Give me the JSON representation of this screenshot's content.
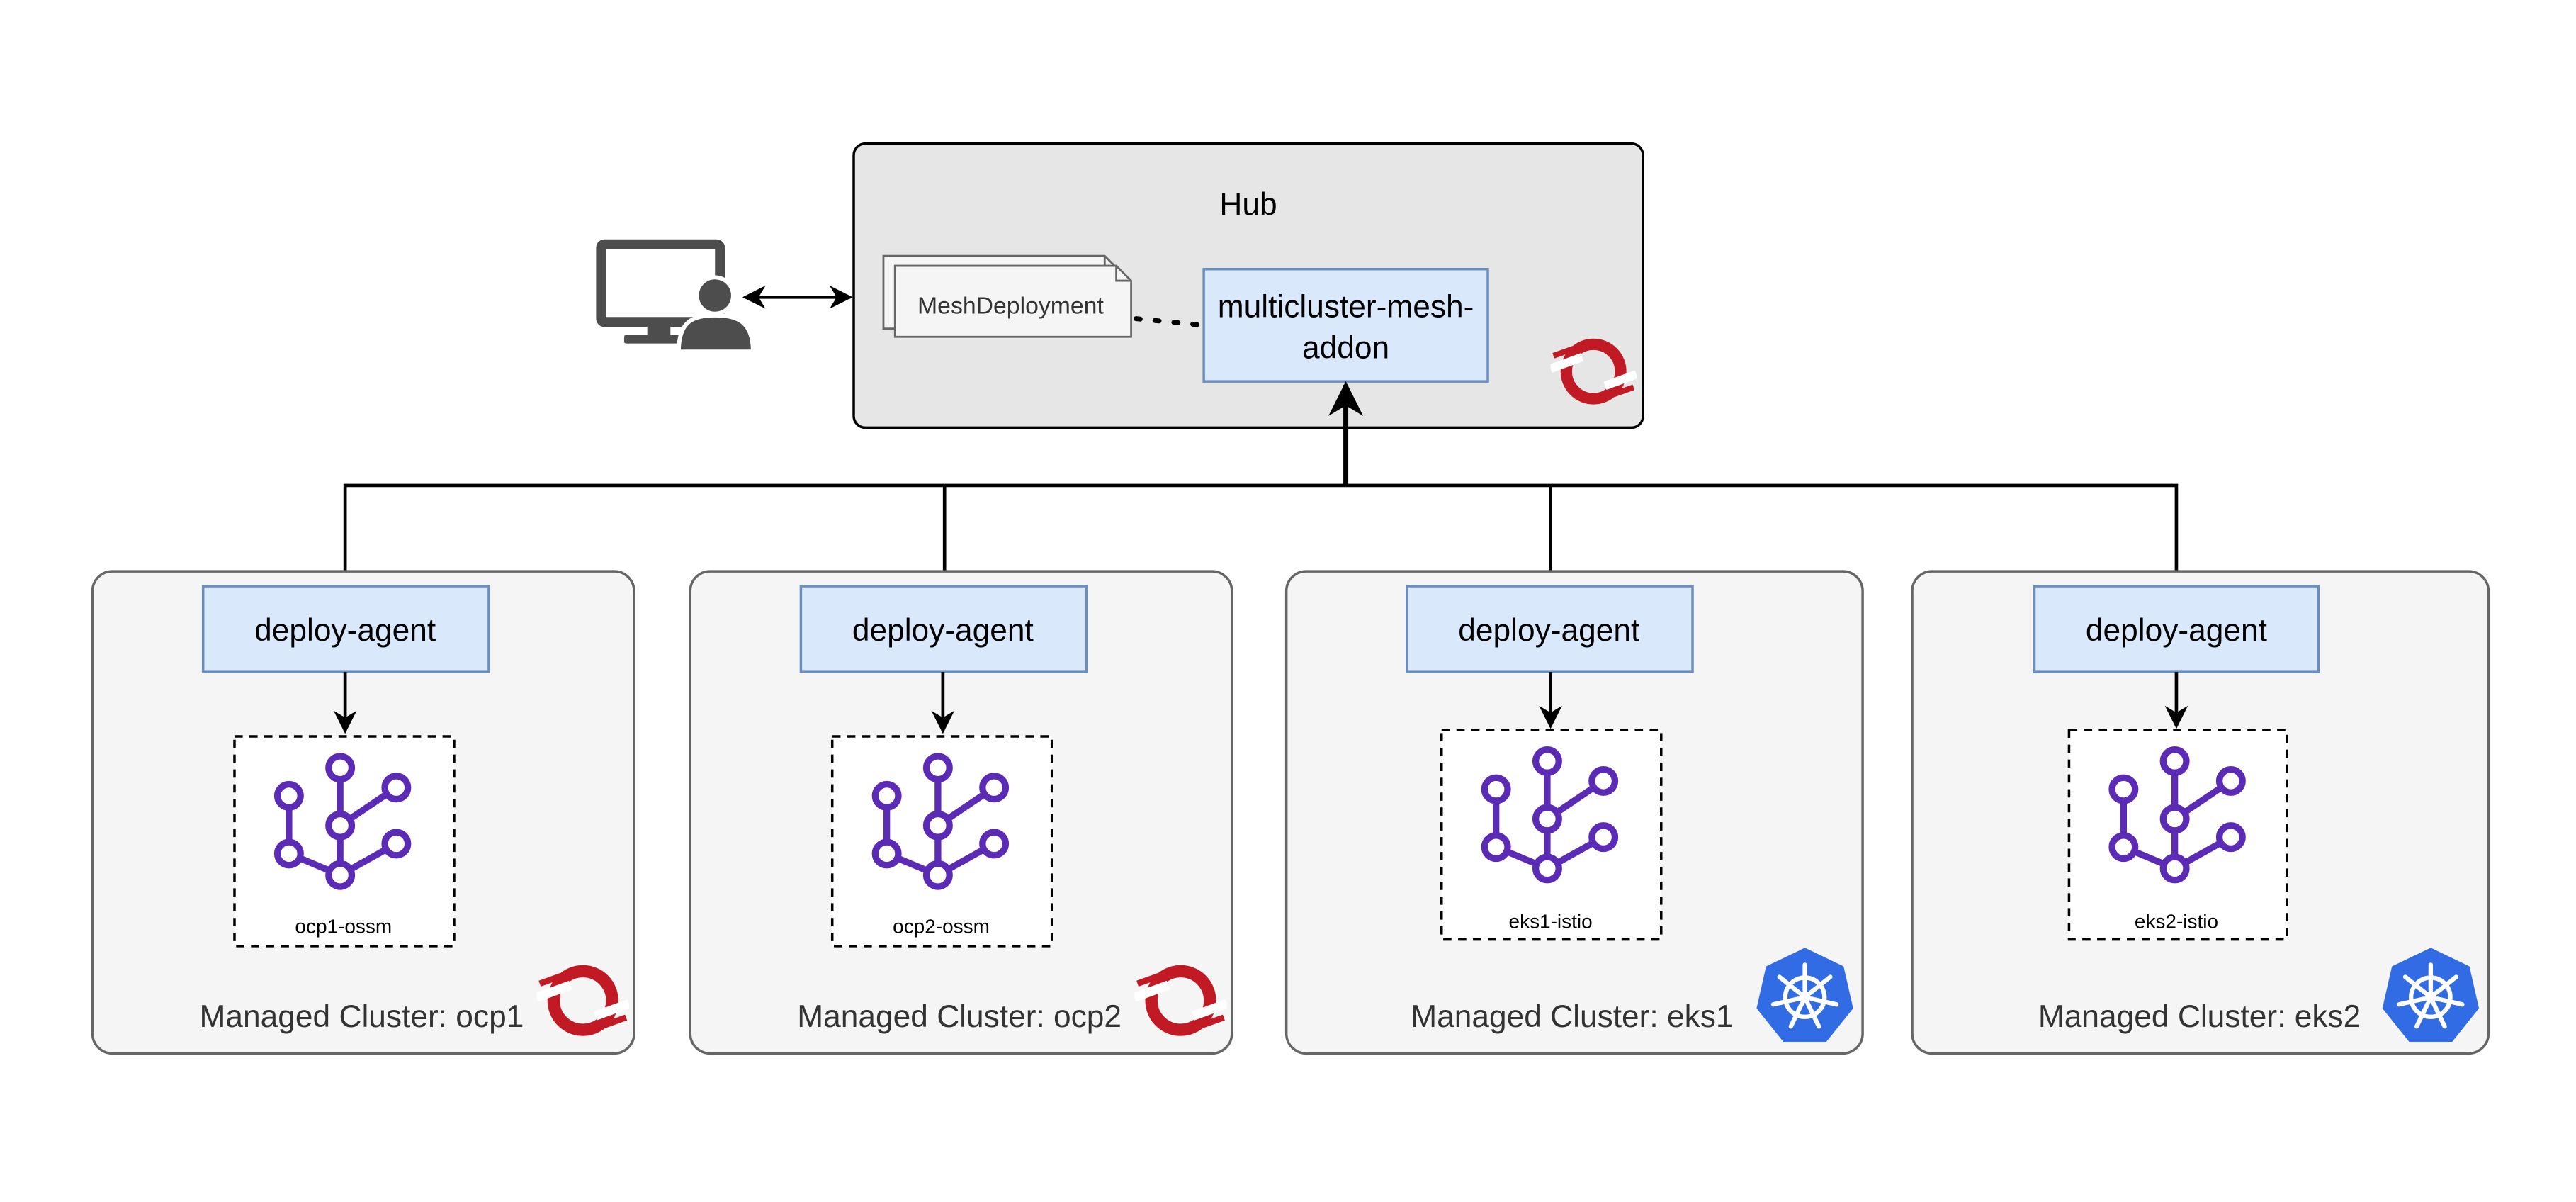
{
  "hub": {
    "title": "Hub",
    "meshdeployment_label": "MeshDeployment",
    "addon_label_line1": "multicluster-mesh-",
    "addon_label_line2": "addon"
  },
  "clusters": [
    {
      "agent_label": "deploy-agent",
      "mesh_label": "ocp1-ossm",
      "cluster_label": "Managed Cluster: ocp1",
      "platform": "openshift-logo"
    },
    {
      "agent_label": "deploy-agent",
      "mesh_label": "ocp2-ossm",
      "cluster_label": "Managed Cluster: ocp2",
      "platform": "openshift-logo"
    },
    {
      "agent_label": "deploy-agent",
      "mesh_label": "eks1-istio",
      "cluster_label": "Managed Cluster: eks1",
      "platform": "kubernetes-logo"
    },
    {
      "agent_label": "deploy-agent",
      "mesh_label": "eks2-istio",
      "cluster_label": "Managed Cluster: eks2",
      "platform": "kubernetes-logo"
    }
  ],
  "colors": {
    "hub_fill": "#e6e6e6",
    "cluster_fill": "#f5f5f5",
    "box_fill": "#dae8fc",
    "box_stroke": "#6c8ebf",
    "mesh_purple": "#5b2bb5",
    "openshift_red": "#c11a24",
    "kubernetes_blue": "#326ce5",
    "user_gray": "#4d4d4d"
  }
}
